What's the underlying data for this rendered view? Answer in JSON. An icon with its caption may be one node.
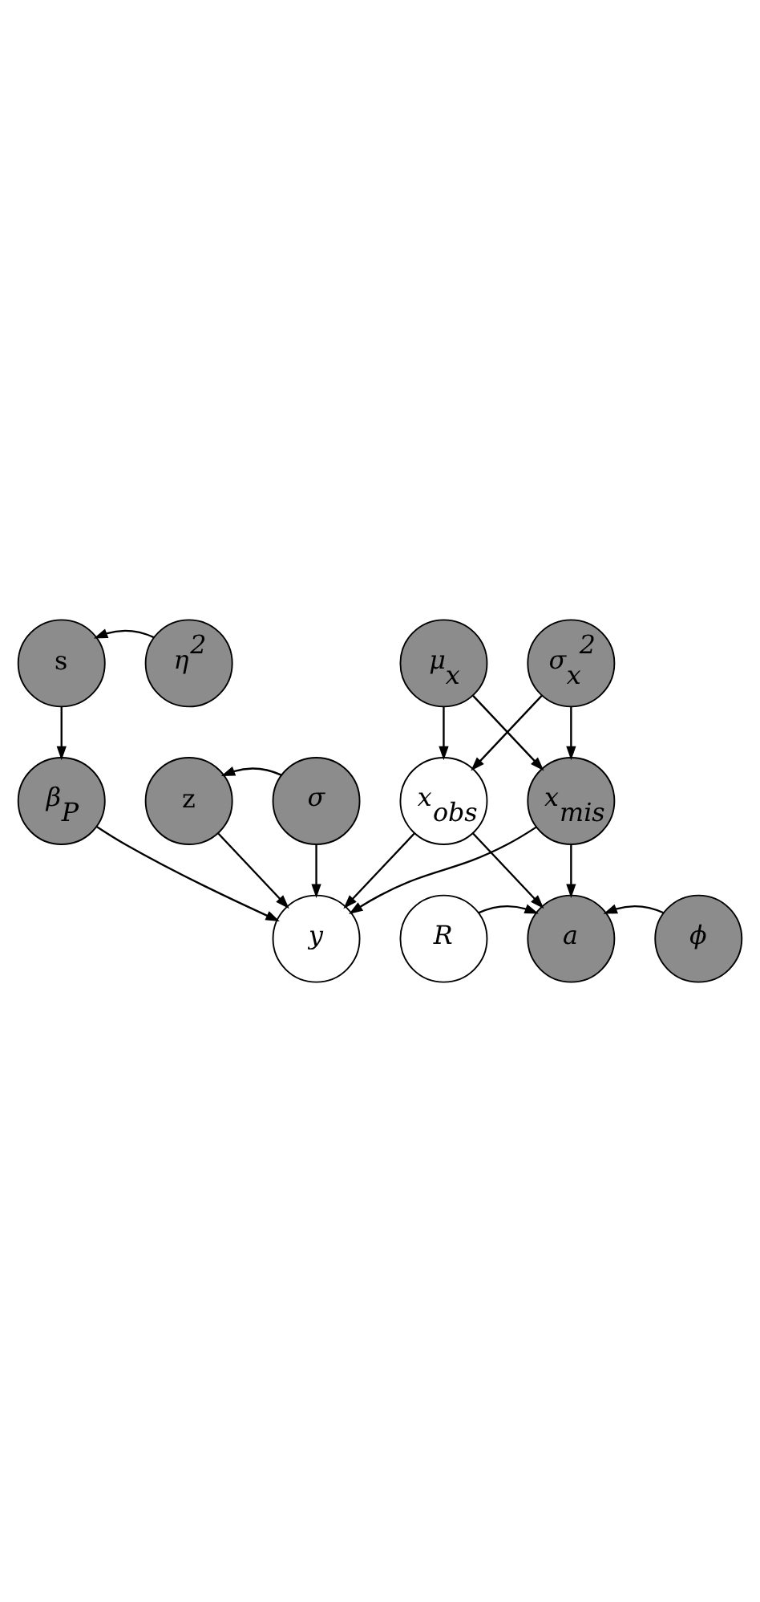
{
  "diagram": {
    "nodes": [
      {
        "text": [
          "s"
        ]
      },
      {
        "text": [
          "η$^{2}$"
        ]
      },
      {
        "text": [
          "β$_{P}$"
        ]
      },
      {
        "text": [
          "z"
        ]
      },
      {
        "text": [
          "σ"
        ]
      },
      {
        "text": [
          "y"
        ]
      },
      {
        "text": [
          "x$_{obs}$"
        ]
      },
      {
        "text": [
          "x$_{mis}$"
        ]
      },
      {
        "text": [
          "μ$_{x}$"
        ]
      },
      {
        "text": [
          "σ$_{x}$$^{2}$"
        ]
      },
      {
        "text": [
          "R"
        ]
      },
      {
        "text": [
          "a"
        ]
      },
      {
        "text": [
          "ϕ"
        ]
      }
    ],
    "edges": [
      {
        "from": 1,
        "to": 0,
        "arrow": "to"
      },
      {
        "from": 0,
        "to": 2,
        "arrow": "to"
      },
      {
        "from": 4,
        "to": 3,
        "arrow": "to"
      },
      {
        "from": 2,
        "to": 5,
        "arrow": "to"
      },
      {
        "from": 3,
        "to": 5,
        "arrow": "to"
      },
      {
        "from": 4,
        "to": 5,
        "arrow": "to"
      },
      {
        "from": 6,
        "to": 5,
        "arrow": "to"
      },
      {
        "from": 7,
        "to": 5,
        "arrow": "to"
      },
      {
        "from": 8,
        "to": 6,
        "arrow": "to"
      },
      {
        "from": 8,
        "to": 7,
        "arrow": "to"
      },
      {
        "from": 9,
        "to": 6,
        "arrow": "to"
      },
      {
        "from": 9,
        "to": 7,
        "arrow": "to"
      },
      {
        "from": 6,
        "to": 11,
        "arrow": "to"
      },
      {
        "from": 7,
        "to": 11,
        "arrow": "to"
      },
      {
        "from": 10,
        "to": 11,
        "arrow": "to"
      },
      {
        "from": 12,
        "to": 11,
        "arrow": "to"
      }
    ]
  }
}
